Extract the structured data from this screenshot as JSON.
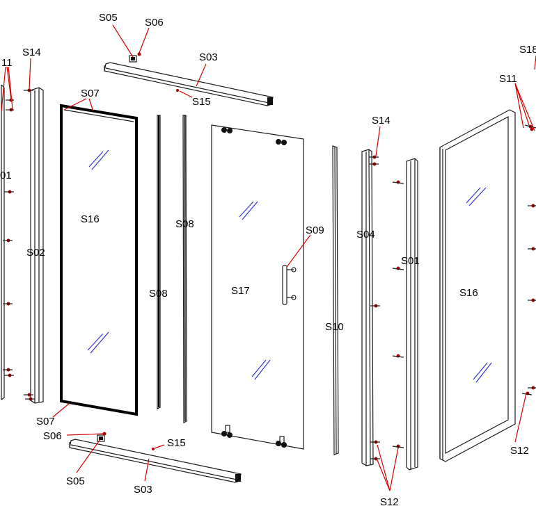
{
  "colors": {
    "leader": "#d40000",
    "glass": "#2a2ad4",
    "line": "#1a1a1a"
  },
  "labels": {
    "s05_top": "S05",
    "s06_top": "S06",
    "s03_top": "S03",
    "s15_top": "S15",
    "s14_left": "S14",
    "s11_left": "11",
    "s01_left": "01",
    "s07_top": "S07",
    "s16_left": "S16",
    "s02": "S02",
    "s08_a": "S08",
    "s08_b": "S08",
    "s17": "S17",
    "s09": "S09",
    "s10": "S10",
    "s14_right": "S14",
    "s04": "S04",
    "s01_right": "S01",
    "s16_right": "S16",
    "s18": "S18",
    "s11_right": "S11",
    "s12_right": "S12",
    "s07_bottom": "S07",
    "s06_bottom": "S06",
    "s05_bottom": "S05",
    "s15_bottom": "S15",
    "s03_bottom": "S03",
    "s12_bottom": "S12"
  }
}
